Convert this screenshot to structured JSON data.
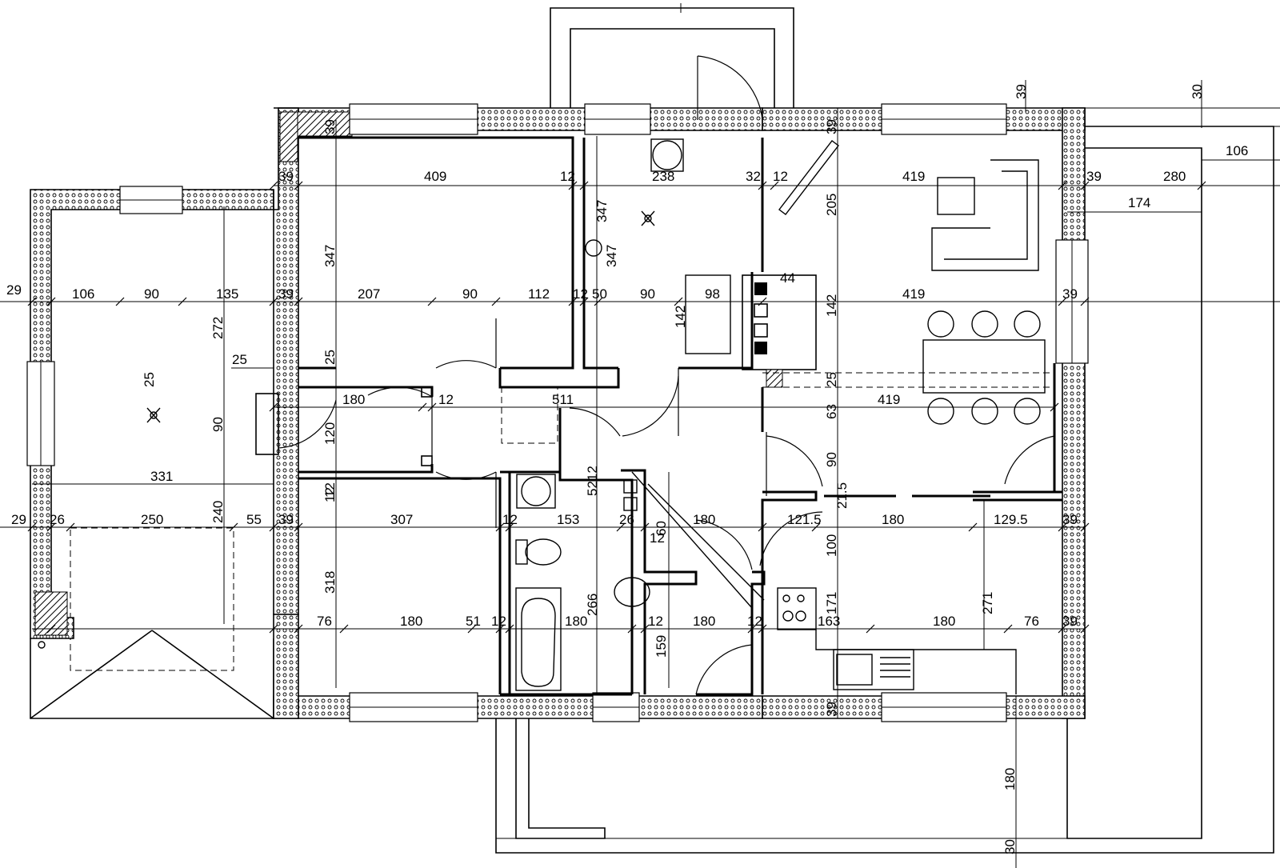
{
  "plan": {
    "dims_h": [
      {
        "id": "t-39a",
        "text": "39"
      },
      {
        "id": "t-409",
        "text": "409"
      },
      {
        "id": "t-12a",
        "text": "12"
      },
      {
        "id": "t-238",
        "text": "238"
      },
      {
        "id": "t-32",
        "text": "32"
      },
      {
        "id": "t-12b",
        "text": "12"
      },
      {
        "id": "t-419a",
        "text": "419"
      },
      {
        "id": "t-39b",
        "text": "39"
      },
      {
        "id": "t-280",
        "text": "280"
      },
      {
        "id": "t-106a",
        "text": "106"
      },
      {
        "id": "t-174",
        "text": "174"
      },
      {
        "id": "t-29a",
        "text": "29"
      },
      {
        "id": "t-106b",
        "text": "106"
      },
      {
        "id": "t-90a",
        "text": "90"
      },
      {
        "id": "t-135",
        "text": "135"
      },
      {
        "id": "t-39c",
        "text": "39"
      },
      {
        "id": "t-207",
        "text": "207"
      },
      {
        "id": "t-90b",
        "text": "90"
      },
      {
        "id": "t-112",
        "text": "112"
      },
      {
        "id": "t-12c",
        "text": "12"
      },
      {
        "id": "t-50",
        "text": "50"
      },
      {
        "id": "t-90c",
        "text": "90"
      },
      {
        "id": "t-98",
        "text": "98"
      },
      {
        "id": "t-44",
        "text": "44"
      },
      {
        "id": "t-419b",
        "text": "419"
      },
      {
        "id": "t-39d",
        "text": "39"
      },
      {
        "id": "t-25a",
        "text": "25"
      },
      {
        "id": "t-180a",
        "text": "180"
      },
      {
        "id": "t-12d",
        "text": "12"
      },
      {
        "id": "t-511",
        "text": "511"
      },
      {
        "id": "t-419c",
        "text": "419"
      },
      {
        "id": "t-331",
        "text": "331"
      },
      {
        "id": "t-29b",
        "text": "29"
      },
      {
        "id": "t-26a",
        "text": "26"
      },
      {
        "id": "t-250",
        "text": "250"
      },
      {
        "id": "t-55",
        "text": "55"
      },
      {
        "id": "t-39e",
        "text": "39"
      },
      {
        "id": "t-307",
        "text": "307"
      },
      {
        "id": "t-12e",
        "text": "12"
      },
      {
        "id": "t-153",
        "text": "153"
      },
      {
        "id": "t-26b",
        "text": "26"
      },
      {
        "id": "t-180b",
        "text": "180"
      },
      {
        "id": "t-1215",
        "text": "121.5"
      },
      {
        "id": "t-180c",
        "text": "180"
      },
      {
        "id": "t-1295",
        "text": "129.5"
      },
      {
        "id": "t-39f",
        "text": "39"
      },
      {
        "id": "t-12f",
        "text": "12"
      },
      {
        "id": "t-76a",
        "text": "76"
      },
      {
        "id": "t-180d",
        "text": "180"
      },
      {
        "id": "t-51",
        "text": "51"
      },
      {
        "id": "t-12g",
        "text": "12"
      },
      {
        "id": "t-180e",
        "text": "180"
      },
      {
        "id": "t-12h",
        "text": "12"
      },
      {
        "id": "t-180f",
        "text": "180"
      },
      {
        "id": "t-12i",
        "text": "12"
      },
      {
        "id": "t-163",
        "text": "163"
      },
      {
        "id": "t-180g",
        "text": "180"
      },
      {
        "id": "t-76b",
        "text": "76"
      },
      {
        "id": "t-39g",
        "text": "39"
      }
    ],
    "dims_v": [
      {
        "id": "v-39a",
        "text": "39"
      },
      {
        "id": "v-39b",
        "text": "39"
      },
      {
        "id": "v-39c",
        "text": "39"
      },
      {
        "id": "v-30a",
        "text": "30"
      },
      {
        "id": "v-347a",
        "text": "347"
      },
      {
        "id": "v-347b",
        "text": "347"
      },
      {
        "id": "v-347c",
        "text": "347"
      },
      {
        "id": "v-205",
        "text": "205"
      },
      {
        "id": "v-272",
        "text": "272"
      },
      {
        "id": "v-25a",
        "text": "25"
      },
      {
        "id": "v-142a",
        "text": "142"
      },
      {
        "id": "v-142b",
        "text": "142"
      },
      {
        "id": "v-25b",
        "text": "25"
      },
      {
        "id": "v-25c",
        "text": "25"
      },
      {
        "id": "v-90a",
        "text": "90"
      },
      {
        "id": "v-120",
        "text": "120"
      },
      {
        "id": "v-63",
        "text": "63"
      },
      {
        "id": "v-90b",
        "text": "90"
      },
      {
        "id": "v-5212",
        "text": "5212"
      },
      {
        "id": "v-240",
        "text": "240"
      },
      {
        "id": "v-12a",
        "text": "12"
      },
      {
        "id": "v-215",
        "text": "21.5"
      },
      {
        "id": "v-60",
        "text": "60"
      },
      {
        "id": "v-100",
        "text": "100"
      },
      {
        "id": "v-318",
        "text": "318"
      },
      {
        "id": "v-266",
        "text": "266"
      },
      {
        "id": "v-171",
        "text": "171"
      },
      {
        "id": "v-271",
        "text": "271"
      },
      {
        "id": "v-159",
        "text": "159"
      },
      {
        "id": "v-39d",
        "text": "39"
      },
      {
        "id": "v-180",
        "text": "180"
      },
      {
        "id": "v-30b",
        "text": "30"
      },
      {
        "id": "v-12b",
        "text": "12"
      }
    ]
  }
}
